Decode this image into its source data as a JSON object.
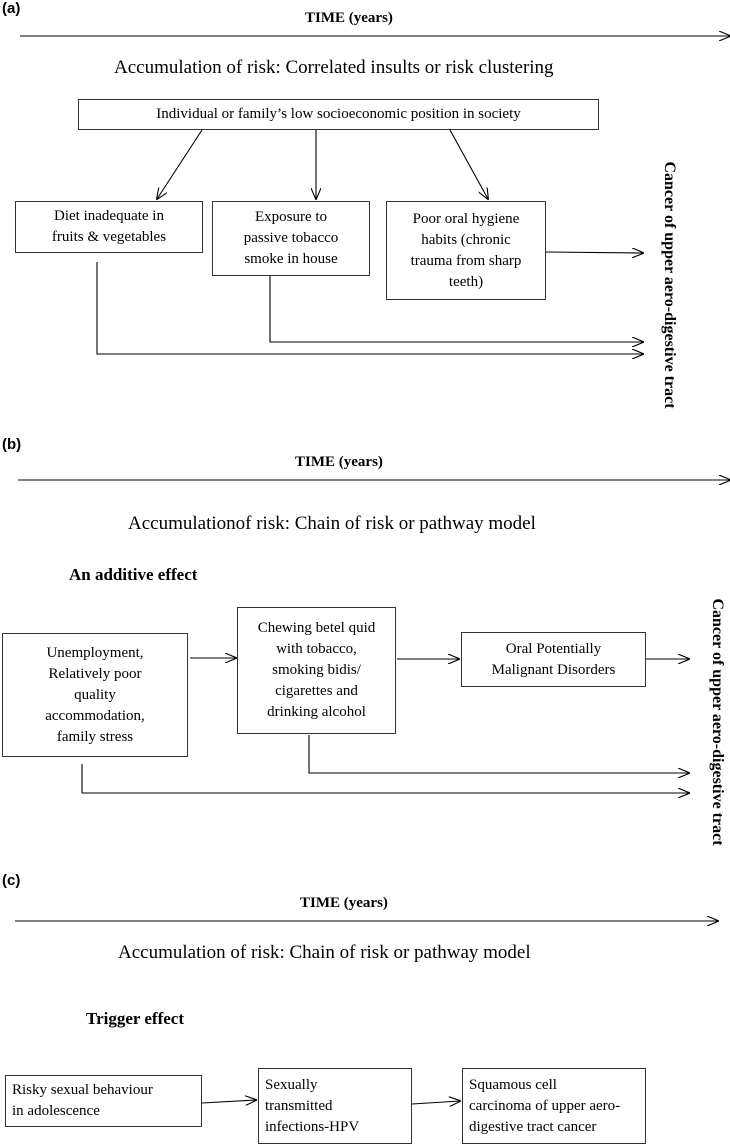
{
  "panels": {
    "a": {
      "label": "(a)",
      "time": "TIME (years)",
      "heading": "Accumulation of risk: Correlated insults or risk clustering",
      "top_box": "Individual or family’s low socioeconomic position in society",
      "boxes": [
        [
          "Diet inadequate in",
          "fruits & vegetables"
        ],
        [
          "Exposure to",
          "passive tobacco",
          "smoke in house"
        ],
        [
          "Poor oral hygiene",
          "habits (chronic",
          "trauma from sharp",
          "teeth)"
        ]
      ],
      "outcome": "Cancer of upper aero-digestive tract"
    },
    "b": {
      "label": "(b)",
      "time": "TIME (years)",
      "heading": "Accumulationof risk: Chain of risk or pathway model",
      "subhead": "An additive effect",
      "boxes": [
        [
          "Unemployment,",
          "Relatively poor",
          "quality",
          "accommodation,",
          "family stress"
        ],
        [
          "Chewing betel quid",
          "with tobacco,",
          "smoking bidis/",
          "cigarettes and",
          "drinking  alcohol"
        ],
        [
          "Oral Potentially",
          "Malignant Disorders"
        ]
      ],
      "outcome": "Cancer of upper aero-digestive tract"
    },
    "c": {
      "label": "(c)",
      "time": "TIME (years)",
      "heading": "Accumulation of risk: Chain of risk or pathway model",
      "subhead": "Trigger effect",
      "boxes": [
        [
          "Risky sexual behaviour",
          "in adolescence"
        ],
        [
          "Sexually",
          "transmitted",
          "infections-HPV"
        ],
        [
          "Squamous cell",
          "carcinoma of upper aero-",
          "digestive tract cancer"
        ]
      ]
    }
  }
}
